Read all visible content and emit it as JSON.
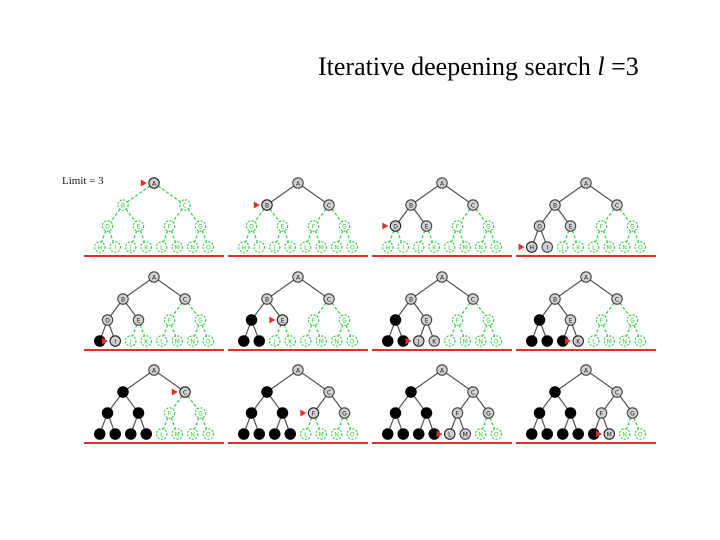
{
  "title": {
    "text": "Iterative deepening search ",
    "var": "l",
    "value": " =3"
  },
  "limit_label": "Limit = 3",
  "colors": {
    "frontier_node": "#2ecc40",
    "visited_node": "#000000",
    "expanded_node": "#d0d0d0",
    "edge": "#555555",
    "baseline": "#e0302a",
    "pointer": "#e0302a"
  },
  "tree": {
    "letters": [
      "A",
      "B",
      "C",
      "D",
      "E",
      "F",
      "G",
      "H",
      "I",
      "J",
      "K",
      "L",
      "M",
      "N",
      "O"
    ]
  },
  "panels": [
    {
      "step": 1,
      "states": [
        "cur",
        "f",
        "f",
        "f",
        "f",
        "f",
        "f",
        "f",
        "f",
        "f",
        "f",
        "f",
        "f",
        "f",
        "f"
      ]
    },
    {
      "step": 2,
      "states": [
        "x",
        "cur",
        "x",
        "f",
        "f",
        "f",
        "f",
        "f",
        "f",
        "f",
        "f",
        "f",
        "f",
        "f",
        "f"
      ]
    },
    {
      "step": 3,
      "states": [
        "x",
        "x",
        "x",
        "cur",
        "x",
        "f",
        "f",
        "f",
        "f",
        "f",
        "f",
        "f",
        "f",
        "f",
        "f"
      ]
    },
    {
      "step": 4,
      "states": [
        "x",
        "x",
        "x",
        "x",
        "x",
        "f",
        "f",
        "cur",
        "x",
        "f",
        "f",
        "f",
        "f",
        "f",
        "f"
      ]
    },
    {
      "step": 5,
      "states": [
        "x",
        "x",
        "x",
        "x",
        "x",
        "f",
        "f",
        "v",
        "cur",
        "f",
        "f",
        "f",
        "f",
        "f",
        "f"
      ]
    },
    {
      "step": 6,
      "states": [
        "x",
        "x",
        "x",
        "v",
        "cur",
        "f",
        "f",
        "v",
        "v",
        "f",
        "f",
        "f",
        "f",
        "f",
        "f"
      ]
    },
    {
      "step": 7,
      "states": [
        "x",
        "x",
        "x",
        "v",
        "x",
        "f",
        "f",
        "v",
        "v",
        "cur",
        "x",
        "f",
        "f",
        "f",
        "f"
      ]
    },
    {
      "step": 8,
      "states": [
        "x",
        "x",
        "x",
        "v",
        "x",
        "f",
        "f",
        "v",
        "v",
        "v",
        "cur",
        "f",
        "f",
        "f",
        "f"
      ]
    },
    {
      "step": 9,
      "states": [
        "x",
        "v",
        "cur",
        "v",
        "v",
        "f",
        "f",
        "v",
        "v",
        "v",
        "v",
        "f",
        "f",
        "f",
        "f"
      ]
    },
    {
      "step": 10,
      "states": [
        "x",
        "v",
        "x",
        "v",
        "v",
        "cur",
        "x",
        "v",
        "v",
        "v",
        "v",
        "f",
        "f",
        "f",
        "f"
      ]
    },
    {
      "step": 11,
      "states": [
        "x",
        "v",
        "x",
        "v",
        "v",
        "x",
        "x",
        "v",
        "v",
        "v",
        "v",
        "cur",
        "x",
        "f",
        "f"
      ]
    },
    {
      "step": 12,
      "states": [
        "x",
        "v",
        "x",
        "v",
        "v",
        "x",
        "x",
        "v",
        "v",
        "v",
        "v",
        "v",
        "cur",
        "f",
        "f"
      ]
    }
  ]
}
